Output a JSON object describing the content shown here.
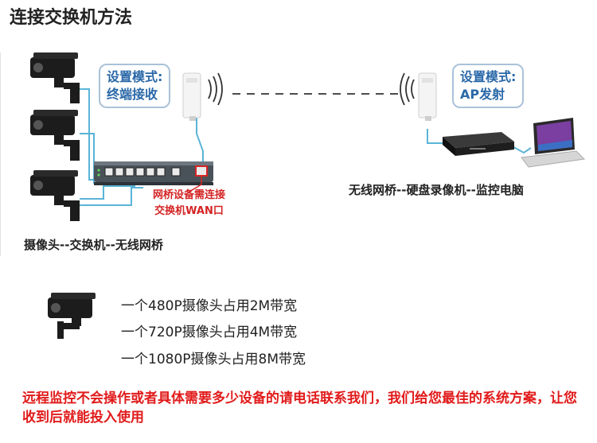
{
  "title": "连接交换机方法",
  "callouts": {
    "left": {
      "line1": "设置模式:",
      "line2": "终端接收"
    },
    "right": {
      "line1": "设置模式:",
      "line2": "AP发射"
    }
  },
  "switch_note": {
    "line1": "网桥设备需连接",
    "line2": "交换机WAN口"
  },
  "captions": {
    "left": "摄像头--交换机--无线网桥",
    "right": "无线网桥--硬盘录像机--监控电脑"
  },
  "bandwidth": [
    "一个480P摄像头占用2M带宽",
    "一个720P摄像头占用4M带宽",
    "一个1080P摄像头占用8M带宽"
  ],
  "footer": "远程监控不会操作或者具体需要多少设备的请电话联系我们，我们给您最佳的系统方案，让您收到后就能投入使用",
  "colors": {
    "cable": "#5ab4d6",
    "accent_red": "#d42424",
    "callout_text": "#2a68a8",
    "footer_red": "#e11b1b"
  }
}
